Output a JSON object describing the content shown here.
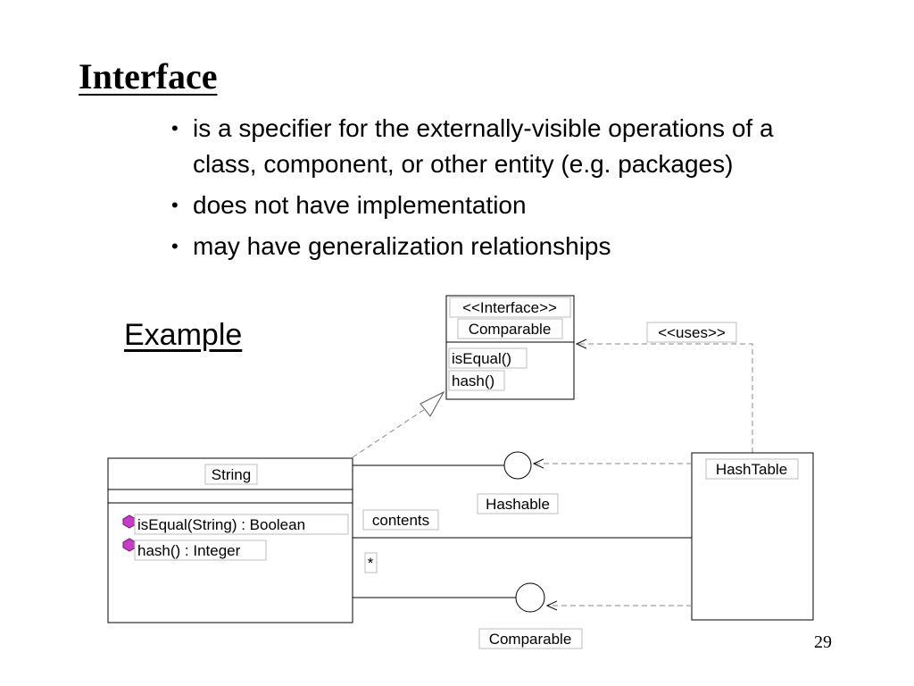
{
  "title": "Interface",
  "bullets": [
    "is a specifier for the externally-visible operations of a class, component, or other entity (e.g. packages)",
    "does not have implementation",
    "may have generalization relationships"
  ],
  "example_label": "Example",
  "page_number": "29",
  "diagram": {
    "interface_class": {
      "stereotype": "<<Interface>>",
      "name": "Comparable",
      "operations": [
        "isEqual()",
        "hash()"
      ]
    },
    "string_class": {
      "name": "String",
      "operations": [
        "isEqual(String) : Boolean",
        "hash() : Integer"
      ]
    },
    "hashtable_class": {
      "name": "HashTable"
    },
    "uses_label": "<<uses>>",
    "hashable_label": "Hashable",
    "comparable_label": "Comparable",
    "association_role": "contents",
    "multiplicity": "*"
  }
}
